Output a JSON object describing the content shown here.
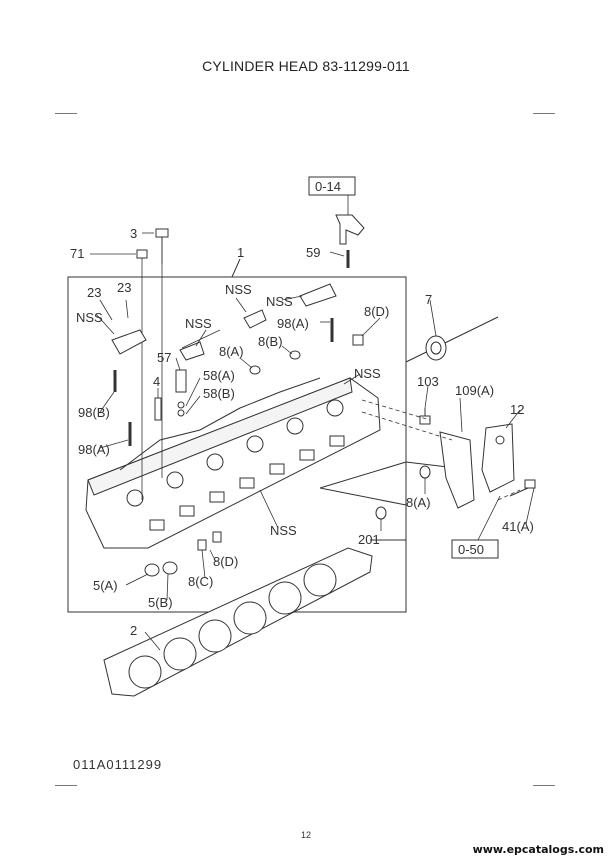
{
  "page": {
    "title": "CYLINDER HEAD  83-11299-011",
    "diagram_code": "011A0111299",
    "page_number": "12",
    "watermark": "www.epcatalogs.com"
  },
  "callouts": {
    "ref_0_14": "0-14",
    "ref_0_50": "0-50",
    "p1": "1",
    "p2": "2",
    "p3": "3",
    "p4": "4",
    "p5a": "5(A)",
    "p5b": "5(B)",
    "p7": "7",
    "p8a_top": "8(A)",
    "p8a_right": "8(A)",
    "p8b": "8(B)",
    "p8c": "8(C)",
    "p8d_top": "8(D)",
    "p8d_bottom": "8(D)",
    "p12": "12",
    "p23_left": "23",
    "p23_right": "23",
    "p41a": "41(A)",
    "p57": "57",
    "p58a": "58(A)",
    "p58b": "58(B)",
    "p59": "59",
    "p71": "71",
    "p98a_top": "98(A)",
    "p98a_left": "98(A)",
    "p98b": "98(B)",
    "p103": "103",
    "p109a": "109(A)",
    "p201": "201",
    "nss_1": "NSS",
    "nss_2": "NSS",
    "nss_3": "NSS",
    "nss_4": "NSS",
    "nss_5": "NSS",
    "nss_6": "NSS"
  }
}
